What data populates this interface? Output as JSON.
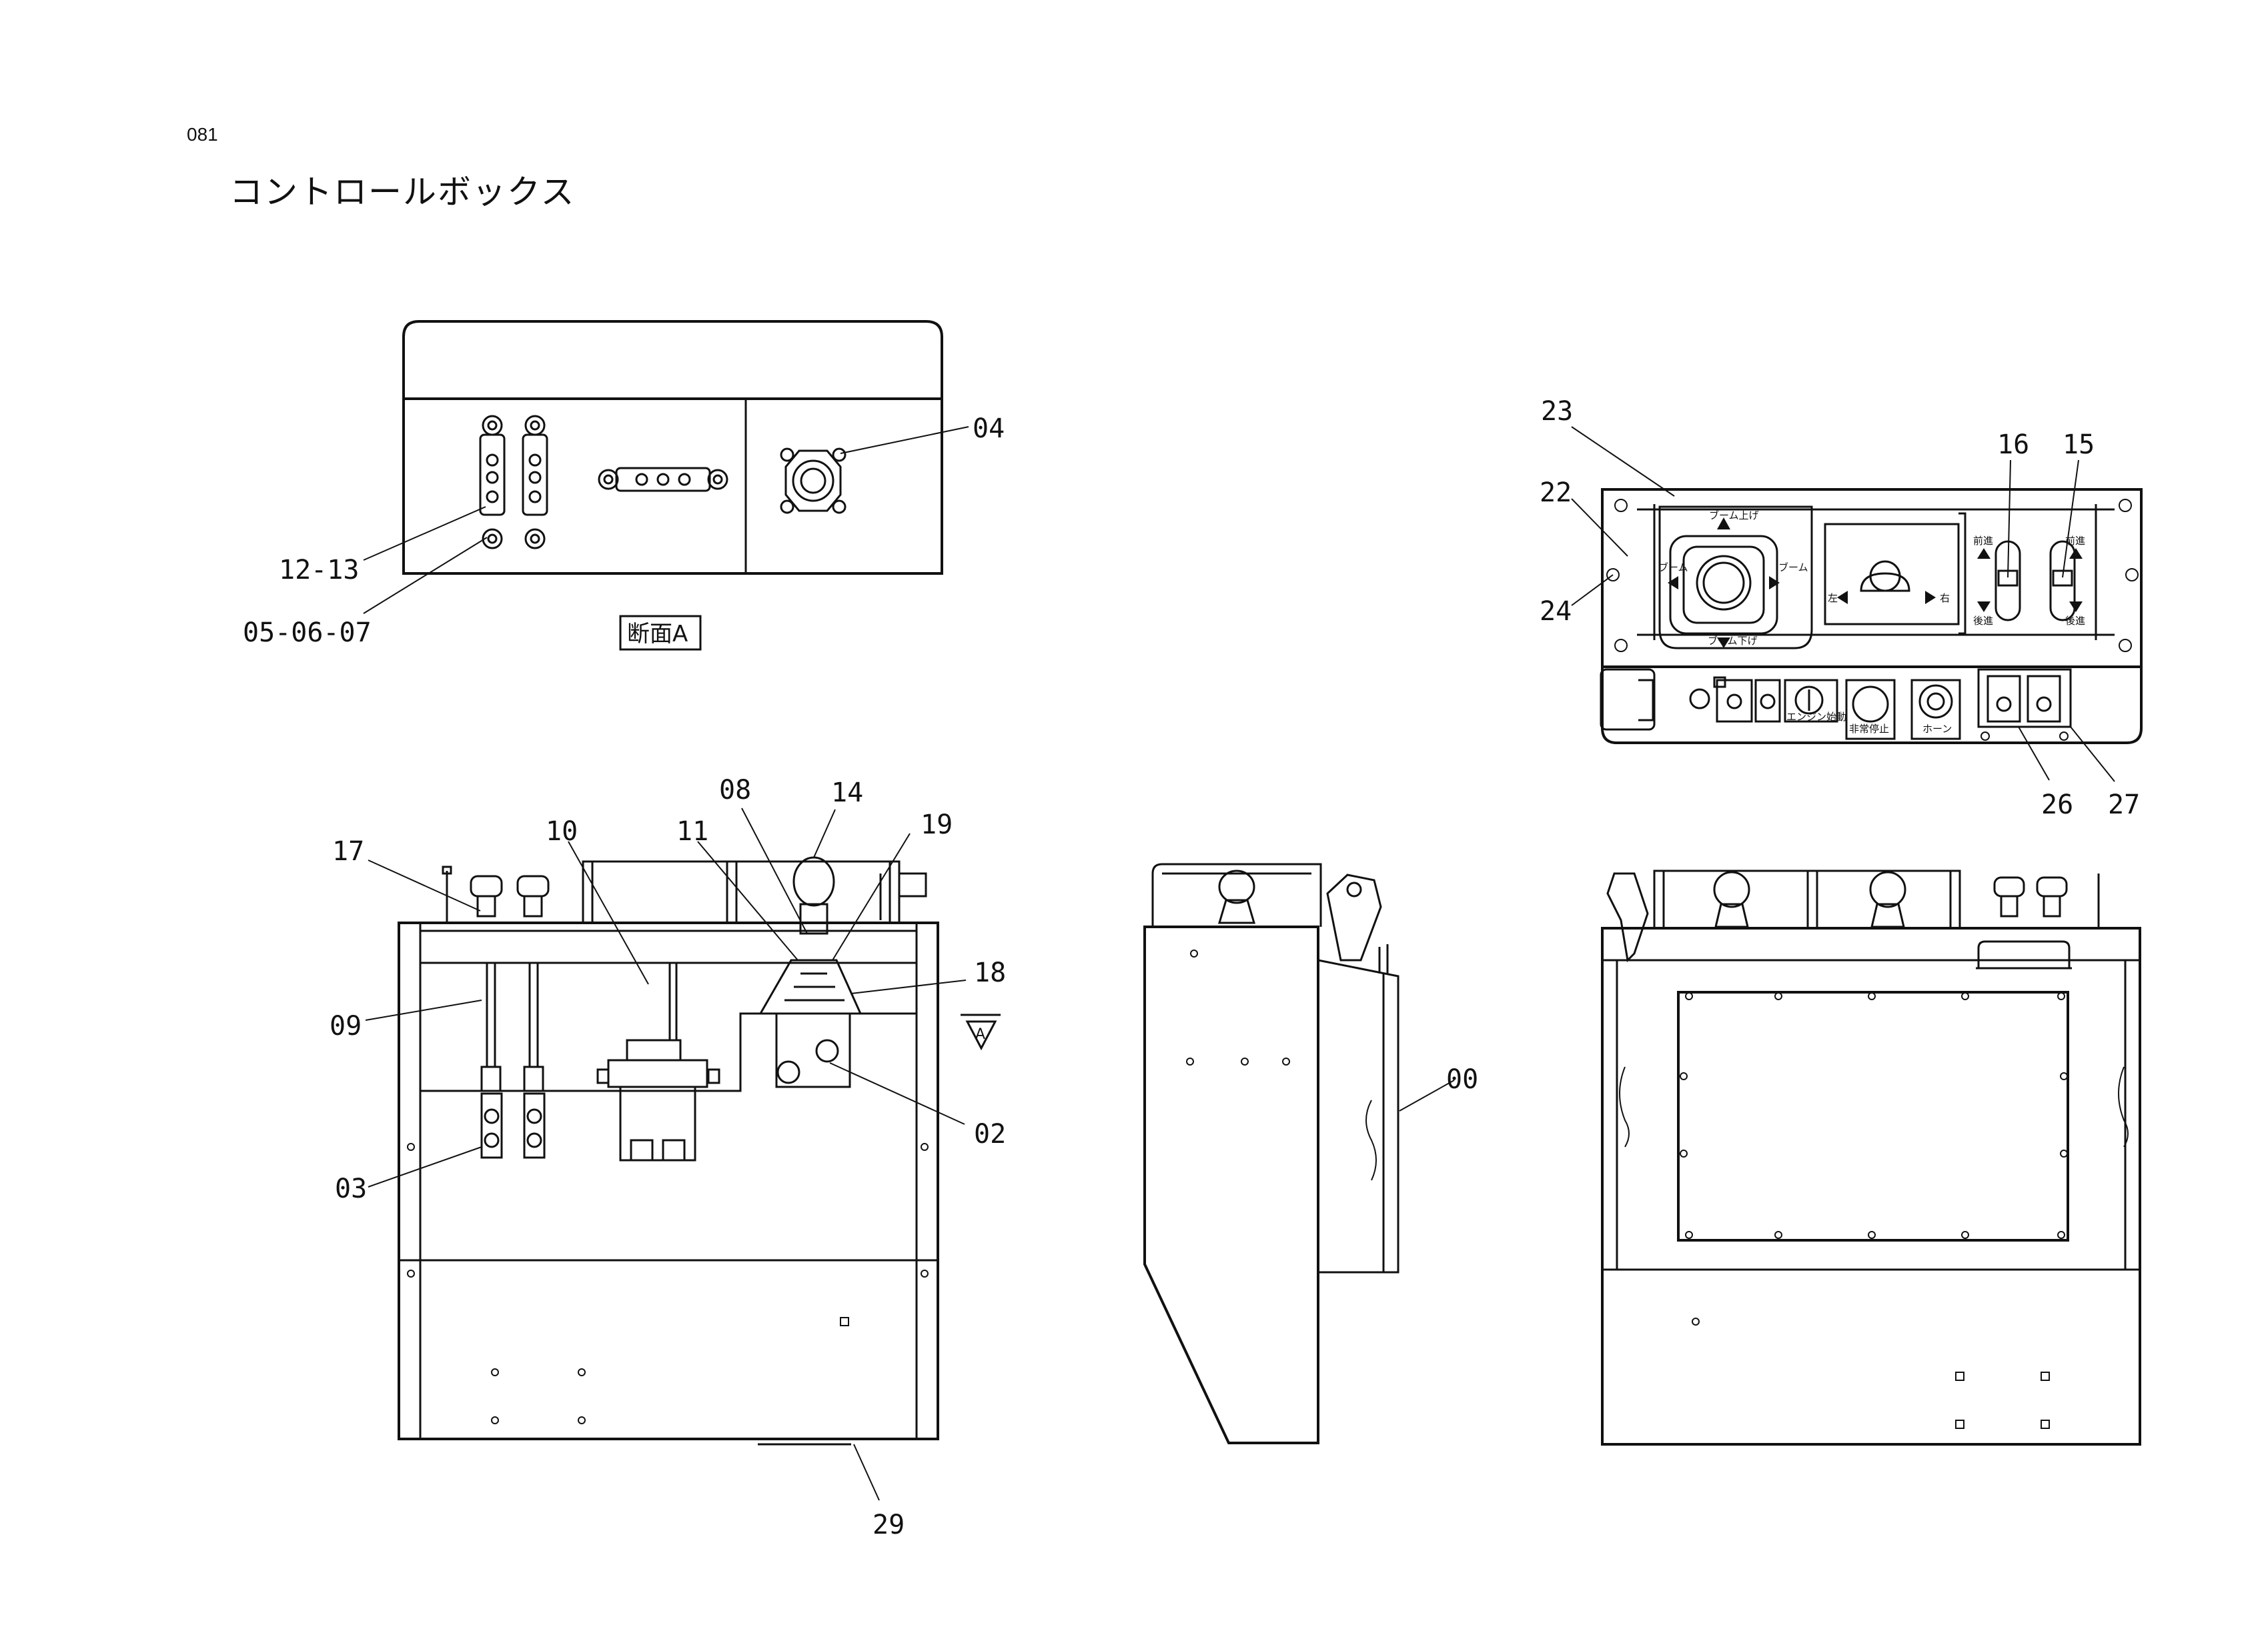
{
  "page": {
    "number": "081",
    "title": "コントロールボックス"
  },
  "section_label": "断面A",
  "arrow_label": "A",
  "callouts": {
    "c00": "00",
    "c02": "02",
    "c03": "03",
    "c04": "04",
    "c0567": "05-06-07",
    "c08": "08",
    "c09": "09",
    "c10": "10",
    "c11": "11",
    "c1213": "12-13",
    "c14": "14",
    "c15": "15",
    "c16": "16",
    "c17": "17",
    "c18": "18",
    "c19": "19",
    "c22": "22",
    "c23": "23",
    "c24": "24",
    "c26": "26",
    "c27": "27",
    "c29": "29"
  },
  "panel_text": {
    "boom_up": "ブーム上げ",
    "boom_down": "ブーム下げ",
    "boom_left": "ブーム",
    "boom_right": "ブーム",
    "left_dir": "左",
    "right_dir": "右",
    "fwd1": "前進",
    "back1": "後進",
    "fwd2": "前進",
    "back2": "後進",
    "engine": "エンジン始動",
    "emergency": "非常停止",
    "horn": "ホーン"
  }
}
